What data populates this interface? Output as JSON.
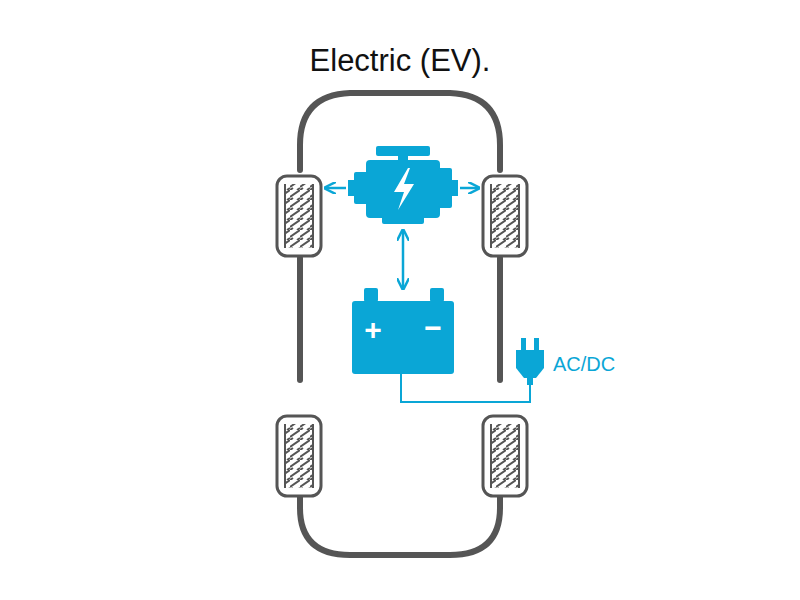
{
  "diagram": {
    "title": "Electric (EV).",
    "labels": [
      "+",
      "−",
      "AC/DC"
    ]
  }
}
